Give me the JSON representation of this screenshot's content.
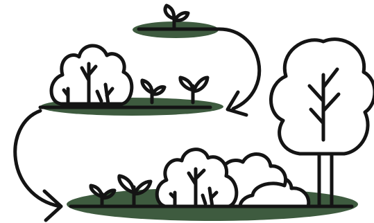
{
  "illustration": {
    "subject": "plant-succession-stages",
    "stages": [
      {
        "id": "stage-1",
        "contents": [
          "seedling"
        ]
      },
      {
        "id": "stage-2",
        "contents": [
          "shrub",
          "seedling",
          "seedling"
        ]
      },
      {
        "id": "stage-3",
        "contents": [
          "seedling",
          "seedling",
          "shrub",
          "bush",
          "bush",
          "tree"
        ]
      }
    ],
    "colors": {
      "line": "#141414",
      "ground": "#3e5b3f",
      "background": "#ffffff"
    }
  }
}
